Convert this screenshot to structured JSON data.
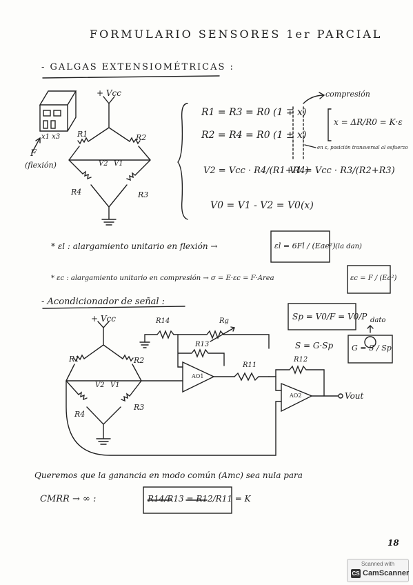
{
  "header": {
    "title": "FORMULARIO   SENSORES   1er PARCIAL"
  },
  "section_gauges": {
    "heading": "- GALGAS EXTENSIOMÉTRICAS :",
    "bridge_labels": {
      "vcc": "+ Vcc",
      "r1": "R1",
      "r2": "R2",
      "r3": "R3",
      "r4": "R4",
      "v2": "V2",
      "v1": "V1",
      "block": "x1 x3",
      "force": "F",
      "flexion": "(flexión)"
    },
    "eq_r1r3": "R1 = R3 = R0 (1 ∓ x)",
    "eq_r2r4": "R2 = R4 = R0 (1 ± x)",
    "eq_x": "x = ΔR/R0 = K·ε",
    "note_compresion": "compresión",
    "note_transversal": "en ε, posición transversal al esfuerzo",
    "eq_v2": "V2 = Vcc · R4/(R1+R4)",
    "eq_v1": "V1 = Vcc · R3/(R2+R3)",
    "eq_v0": "V0 = V1 - V2 = V0(x)"
  },
  "strains": {
    "flexion_text": "* εl : alargamiento unitario en flexión →",
    "flexion_formula": "εl = 6Fl / (Eae²)",
    "flexion_note": "(la dan)",
    "compresion_text": "* εc : alargamiento unitario en compresión → σ = E·εc = F·Area",
    "compresion_formula": "εc = F / (Ea²)"
  },
  "conditioner": {
    "heading": "- Acondicionador de señal :",
    "vcc": "+ Vcc",
    "r14": "R14",
    "rg": "Rg",
    "r13": "R13",
    "r11": "R11",
    "r12": "R12",
    "r1": "R1",
    "r2": "R2",
    "r3": "R3",
    "r4": "R4",
    "v2": "V2",
    "v1": "V1",
    "ao1": "AO1",
    "ao2": "AO2",
    "vout": "Vout",
    "sp_formula": "Sp = V0/F = V0/P",
    "s_formula": "S = G·Sp",
    "g_formula": "G = S / Sp",
    "dato": "dato"
  },
  "cmrr": {
    "text": "Queremos que la ganancia en modo común (Amc) sea nula para",
    "lhs": "CMRR → ∞   :",
    "formula": "R14/R13 = R12/R11 = K"
  },
  "page_number": "18",
  "scanner": {
    "line1": "Scanned with",
    "line2": "CamScanner",
    "icon": "CS"
  }
}
